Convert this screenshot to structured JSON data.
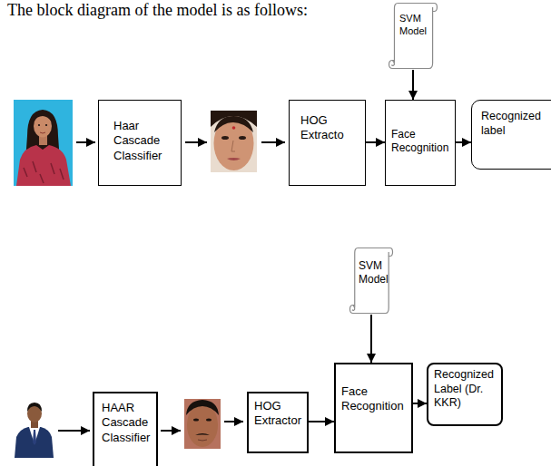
{
  "diagram": {
    "nodes": [
      {
        "text": [
          "SVM Model"
        ]
      },
      {
        "text": [
          "Haar Cascade Classifier"
        ]
      },
      {
        "text": [
          "HOG Extracto"
        ]
      },
      {
        "text": [
          "Face Recognition"
        ]
      },
      {
        "text": [
          "Recognized label"
        ]
      },
      {
        "text": [
          "SVM Model"
        ]
      },
      {
        "text": [
          "HAAR Cascade Classifier"
        ]
      },
      {
        "text": [
          "HOG Extractor"
        ]
      },
      {
        "text": [
          "Face Recognition"
        ]
      },
      {
        "text": [
          "Recognized Label (Dr. KKR)"
        ]
      }
    ],
    "edges": [
      {
        "from": 0,
        "to": 3,
        "arrow": "to"
      },
      {
        "from": 2,
        "to": 3,
        "arrow": "to"
      },
      {
        "from": 3,
        "to": 4,
        "arrow": "to"
      },
      {
        "from": 5,
        "to": 8,
        "arrow": "to"
      },
      {
        "from": 7,
        "to": 8,
        "arrow": "to"
      },
      {
        "from": 8,
        "to": 9,
        "arrow": "to"
      }
    ],
    "labels": [
      "The block diagram of the model is as follows:"
    ]
  }
}
